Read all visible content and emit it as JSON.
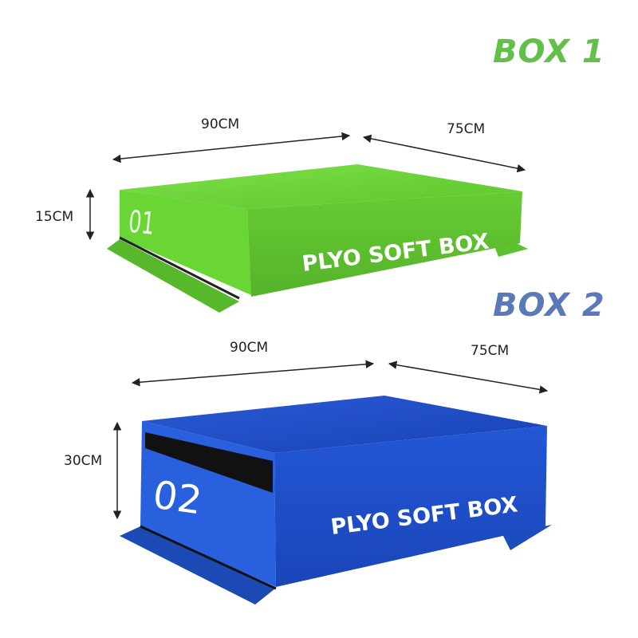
{
  "colors": {
    "box1_accent": "#62c04a",
    "box2_accent": "#5b78b8",
    "box1_body": "#5fc42c",
    "box2_body": "#1f4fc6",
    "dimension_line": "#222222"
  },
  "box1": {
    "title": "BOX 1",
    "width_label": "90CM",
    "depth_label": "75CM",
    "height_label": "15CM",
    "number": "01",
    "brand": "PLYO SOFT BOX"
  },
  "box2": {
    "title": "BOX 2",
    "width_label": "90CM",
    "depth_label": "75CM",
    "height_label": "30CM",
    "number": "02",
    "brand": "PLYO SOFT BOX"
  }
}
